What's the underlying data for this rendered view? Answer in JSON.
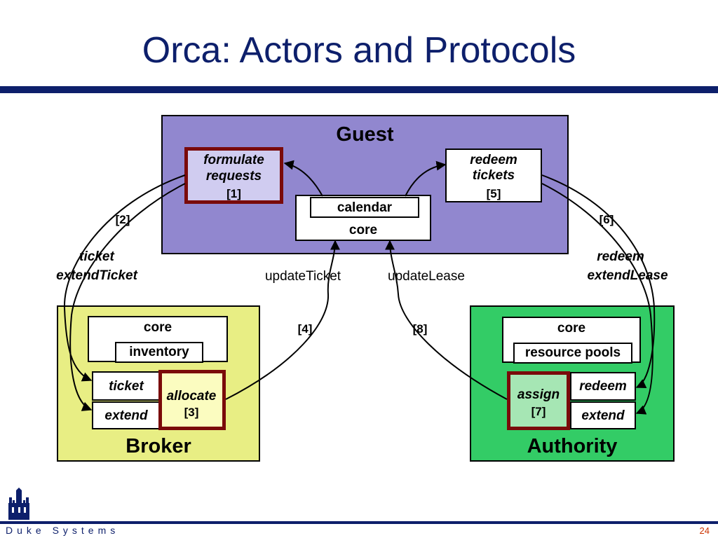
{
  "title": "Orca: Actors and Protocols",
  "guest": {
    "title": "Guest",
    "formulate_line1": "formulate",
    "formulate_line2": "requests",
    "formulate_num": "[1]",
    "redeem_line1": "redeem",
    "redeem_line2": "tickets",
    "redeem_num": "[5]",
    "calendar": "calendar",
    "core": "core"
  },
  "broker": {
    "title": "Broker",
    "core": "core",
    "inventory": "inventory",
    "ticket": "ticket",
    "extend": "extend",
    "allocate": "allocate",
    "allocate_num": "[3]"
  },
  "authority": {
    "title": "Authority",
    "core": "core",
    "resource_pools": "resource pools",
    "assign": "assign",
    "assign_num": "[7]",
    "redeem": "redeem",
    "extend": "extend"
  },
  "protocols": {
    "step2": "[2]",
    "ticket": "ticket",
    "extendTicket": "extendTicket",
    "step4": "[4]",
    "updateTicket": "updateTicket",
    "updateLease": "updateLease",
    "step8": "[8]",
    "step6": "[6]",
    "redeem": "redeem",
    "extendLease": "extendLease"
  },
  "footer": {
    "org": "Duke Systems",
    "page": "24"
  },
  "colors": {
    "title": "#0d1f6b",
    "guest_panel": "#9187cf",
    "broker_panel": "#e8ee84",
    "authority_panel": "#33cc66",
    "highlight_border": "#7a0a0a",
    "formulate_fill": "#d0ccf0",
    "allocate_fill": "#fbfcc0",
    "assign_fill": "#a6e6b4",
    "page_number": "#cc3300"
  },
  "icons": {
    "logo": "duke-chapel-logo-icon"
  }
}
